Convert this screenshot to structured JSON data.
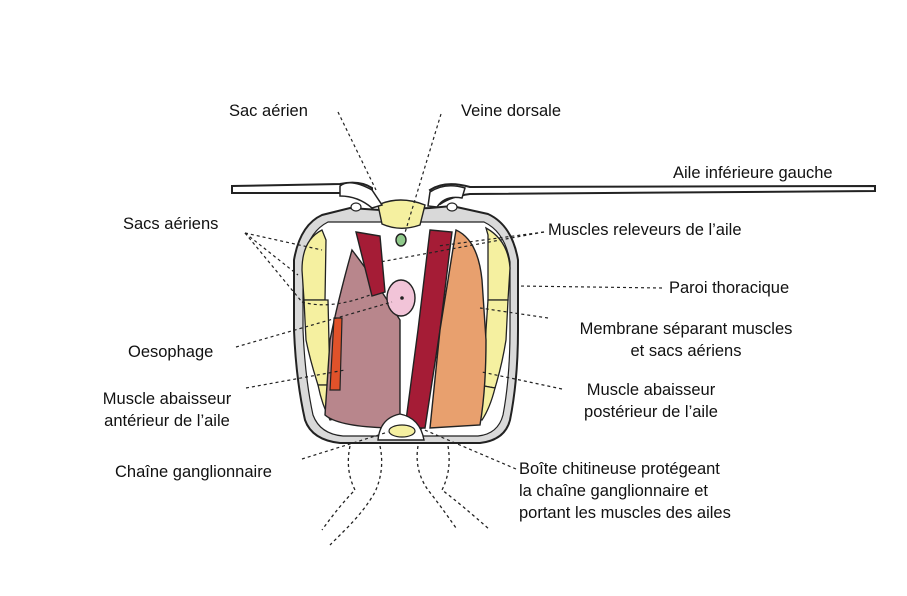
{
  "labels": {
    "sac_aerien": "Sac aérien",
    "veine_dorsale": "Veine dorsale",
    "aile_inferieure": "Aile inférieure gauche",
    "sacs_aeriens": "Sacs aériens",
    "muscles_releveurs": "Muscles releveurs de l’aile",
    "paroi_thoracique": "Paroi thoracique",
    "membrane_1": "Membrane séparant muscles",
    "membrane_2": "et sacs aériens",
    "oesophage": "Oesophage",
    "abaisseur_ant_1": "Muscle abaisseur",
    "abaisseur_ant_2": "antérieur de l’aile",
    "abaisseur_post_1": "Muscle abaisseur",
    "abaisseur_post_2": "postérieur de l’aile",
    "chaine": "Chaîne ganglionnaire",
    "boite_1": "Boîte chitineuse protégeant",
    "boite_2": "la chaîne ganglionnaire et",
    "boite_3": "portant les muscles des ailes"
  },
  "colors": {
    "air_sac": "#f5f0a0",
    "muscle_red": "#a51c36",
    "muscle_mauve": "#b8868c",
    "muscle_orange": "#e8a06e",
    "oesophagus": "#f2c4d8",
    "small_muscle": "#e0522a",
    "vein": "#8fc98a",
    "outline": "#222222",
    "wall": "#d9d9d9"
  }
}
